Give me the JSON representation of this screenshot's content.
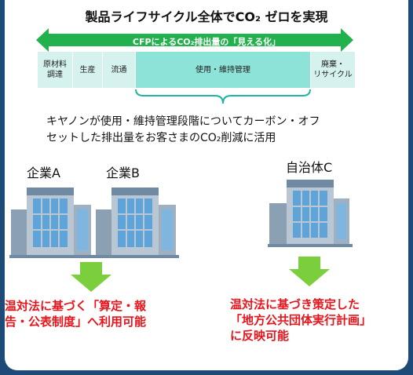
{
  "title": "製品ライフサイクル全体でCO₂ ゼロを実現",
  "arrow_label": "CFPによるCO₂排出量の「見える化」",
  "stages": [
    {
      "label": "原材料\n調達"
    },
    {
      "label": "生産"
    },
    {
      "label": "流通"
    },
    {
      "label": "使用・維持管理"
    },
    {
      "label": "廃棄・\nリサイクル"
    }
  ],
  "description_line1": "キヤノンが使用・維持管理段階についてカーボン・オフ",
  "description_line2": "セットした排出量をお客さまのCO₂削減に活用",
  "organizations": {
    "company_a": "企業A",
    "company_b": "企業B",
    "municipality_c": "自治体C"
  },
  "results": {
    "left_line1": "温対法に基づく「算定・報",
    "left_line2": "告・公表制度」へ利用可能",
    "right_line1": "温対法に基づき策定した",
    "right_line2": "「地方公共団体実行計画」",
    "right_line3": "に反映可能"
  },
  "colors": {
    "arrow_green": "#23b14d",
    "stage_fill": "#d6f2ef",
    "use_stage_fill": "#8ee3d8",
    "result_red": "#e8141b",
    "down_arrow_green": "#7ccf3c",
    "frame_blue": "#1e4a78"
  }
}
